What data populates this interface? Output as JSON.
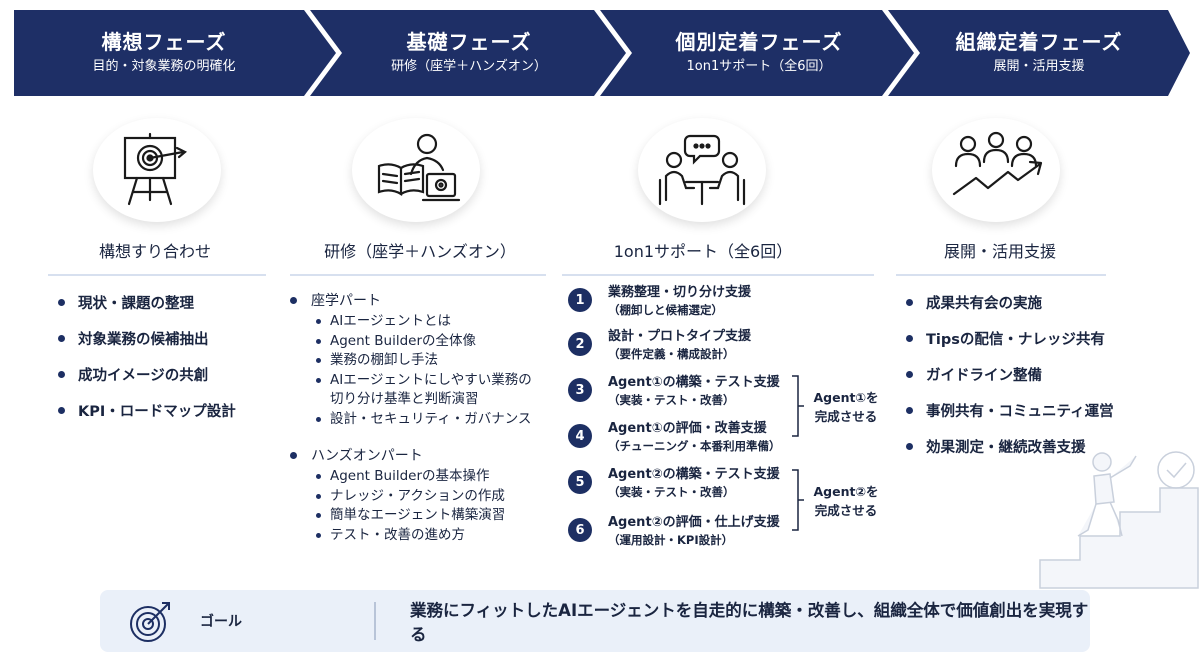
{
  "phases": [
    {
      "title": "構想フェーズ",
      "subtitle": "目的・対象業務の明確化"
    },
    {
      "title": "基礎フェーズ",
      "subtitle": "研修（座学＋ハンズオン）"
    },
    {
      "title": "個別定着フェーズ",
      "subtitle": "1on1サポート（全6回）"
    },
    {
      "title": "組織定着フェーズ",
      "subtitle": "展開・活用支援"
    }
  ],
  "columns": [
    {
      "label": "構想すり合わせ",
      "icon": "target-easel-icon"
    },
    {
      "label": "研修（座学＋ハンズオン）",
      "icon": "training-book-laptop-icon"
    },
    {
      "label": "1on1サポート（全6回）",
      "icon": "meeting-two-people-icon"
    },
    {
      "label": "展開・活用支援",
      "icon": "team-growth-arrow-icon"
    }
  ],
  "col1_items": [
    "現状・課題の整理",
    "対象業務の候補抽出",
    "成功イメージの共創",
    "KPI・ロードマップ設計"
  ],
  "col2": {
    "sections": [
      {
        "title": "座学パート",
        "items": [
          "AIエージェントとは",
          "Agent Builderの全体像",
          "業務の棚卸し手法",
          "AIエージェントにしやすい業務の\n切り分け基準と判断演習",
          "設計・セキュリティ・ガバナンス"
        ]
      },
      {
        "title": "ハンズオンパート",
        "items": [
          "Agent Builderの基本操作",
          "ナレッジ・アクションの作成",
          "簡単なエージェント構築演習",
          "テスト・改善の進め方"
        ]
      }
    ]
  },
  "col3_steps": [
    {
      "num": "1",
      "main": "業務整理・切り分け支援",
      "sub": "（棚卸しと候補選定）"
    },
    {
      "num": "2",
      "main": "設計・プロトタイプ支援",
      "sub": "（要件定義・構成設計）"
    },
    {
      "num": "3",
      "main": "Agent①の構築・テスト支援",
      "sub": "（実装・テスト・改善）"
    },
    {
      "num": "4",
      "main": "Agent①の評価・改善支援",
      "sub": "（チューニング・本番利用準備）"
    },
    {
      "num": "5",
      "main": "Agent②の構築・テスト支援",
      "sub": "（実装・テスト・改善）"
    },
    {
      "num": "6",
      "main": "Agent②の評価・仕上げ支援",
      "sub": "（運用設計・KPI設計）"
    }
  ],
  "brackets": [
    {
      "line1": "Agent①を",
      "line2": "完成させる"
    },
    {
      "line1": "Agent②を",
      "line2": "完成させる"
    }
  ],
  "col4_items": [
    "成果共有会の実施",
    "Tipsの配信・ナレッジ共有",
    "ガイドライン整備",
    "事例共有・コミュニティ運営",
    "効果測定・継続改善支援"
  ],
  "goal": {
    "label": "ゴール",
    "text": "業務にフィットしたAIエージェントを自走的に構築・改善し、組織全体で価値創出を実現する",
    "icon": "target-arrow-icon"
  },
  "decoration": {
    "icon": "person-climbing-stairs-icon"
  },
  "colors": {
    "navy": "#1d2f63",
    "band": "#1e2f66",
    "goal_bg": "#eaf0f9"
  }
}
